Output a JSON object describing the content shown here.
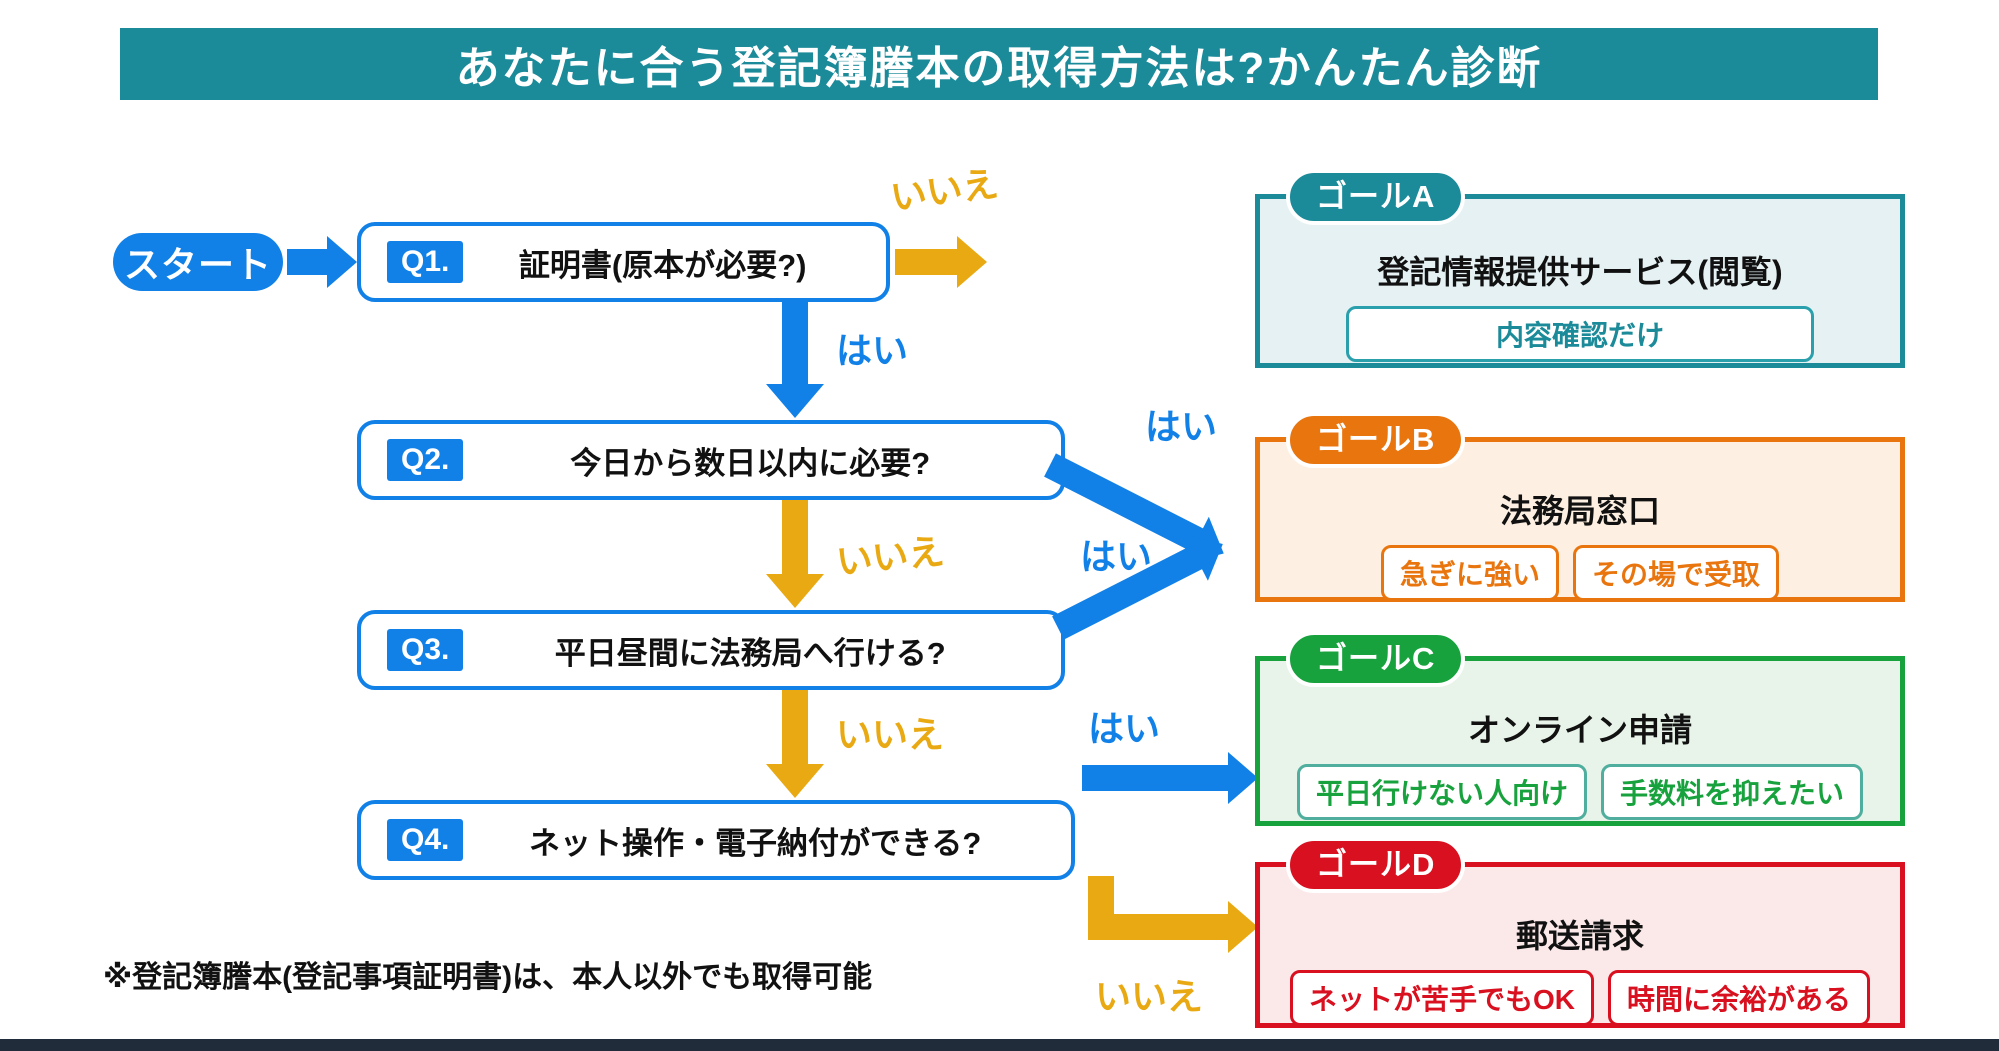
{
  "title": "あなたに合う登記簿謄本の取得方法は?かんたん診断",
  "start": {
    "label": "スタート"
  },
  "labels": {
    "yes": "はい",
    "no": "いいえ"
  },
  "questions": [
    {
      "badge": "Q1.",
      "text": "証明書(原本が必要?)"
    },
    {
      "badge": "Q2.",
      "text": "今日から数日以内に必要?"
    },
    {
      "badge": "Q3.",
      "text": "平日昼間に法務局へ行ける?"
    },
    {
      "badge": "Q4.",
      "text": "ネット操作・電子納付ができる?"
    }
  ],
  "goals": [
    {
      "label": "ゴールA",
      "title": "登記情報提供サービス(閲覧)",
      "tags": [
        "内容確認だけ"
      ],
      "color": "#1b8a99"
    },
    {
      "label": "ゴールB",
      "title": "法務局窓口",
      "tags": [
        "急ぎに強い",
        "その場で受取"
      ],
      "color": "#e9750f"
    },
    {
      "label": "ゴールC",
      "title": "オンライン申請",
      "tags": [
        "平日行けない人向け",
        "手数料を抑えたい"
      ],
      "color": "#18a23e"
    },
    {
      "label": "ゴールD",
      "title": "郵送請求",
      "tags": [
        "ネットが苦手でもOK",
        "時間に余裕がある"
      ],
      "color": "#d8101f"
    }
  ],
  "footnote": "※登記簿謄本(登記事項証明書)は、本人以外でも取得可能",
  "colors": {
    "header_teal": "#1b8a99",
    "flow_blue": "#1181e8",
    "no_gold": "#e9a912",
    "goal_b_orange": "#e9750f",
    "goal_c_green": "#18a23e",
    "goal_d_red": "#d8101f"
  }
}
